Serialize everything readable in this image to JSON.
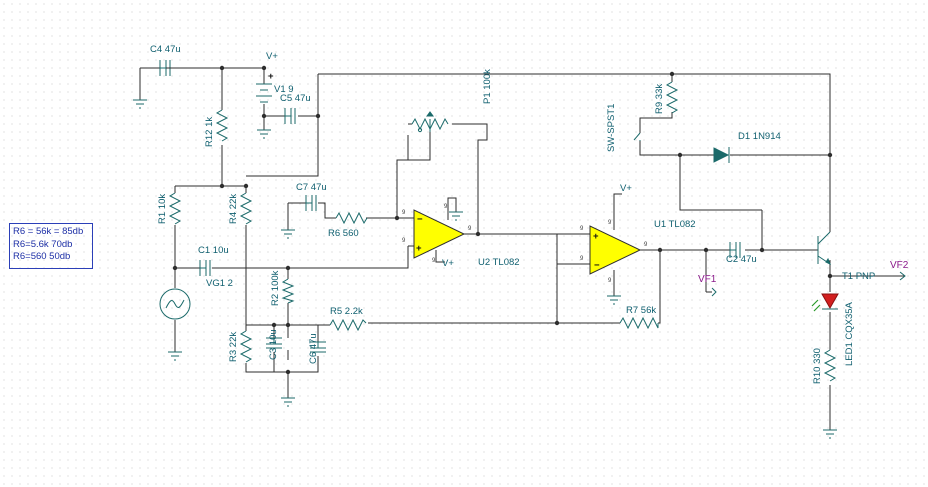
{
  "components": {
    "c4": "C4 47u",
    "v1": "V1 9",
    "v_plus_pin": "+",
    "c5": "C5 47u",
    "r12": "R12 1k",
    "p1": "P1 100k",
    "r9": "R9 33k",
    "sw": "SW-SPST1",
    "d1": "D1 1N914",
    "c7": "C7 47u",
    "r1": "R1 10k",
    "r4": "R4 22k",
    "r6": "R6 560",
    "u2": "U2 TL082",
    "u1": "U1 TL082",
    "c1": "C1 10u",
    "vg1": "VG1 2",
    "r2": "R2 100k",
    "r3": "R3 22k",
    "c3": "C3 10u",
    "r5": "R5 2.2k",
    "c6": "C6 47u",
    "r7": "R7 56k",
    "c2": "C2 47u",
    "t1": "T1 PNP",
    "led1": "LED1 CQX35A",
    "r10": "R10 330"
  },
  "supply_labels": {
    "vplus_top": "V+",
    "vplus_u1": "V+",
    "vplus_u2": "V+"
  },
  "probes": {
    "vf1": "VF1",
    "vf2": "VF2"
  },
  "note": {
    "lines": [
      "R6 = 56k = 85db",
      "R6=5.6k  70db",
      "R6=560    50db"
    ]
  }
}
